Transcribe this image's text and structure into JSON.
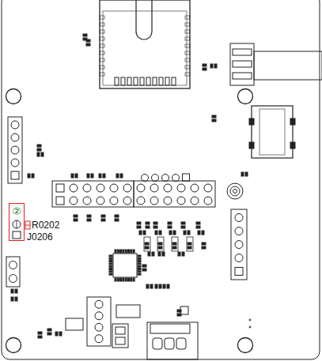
{
  "diagram": {
    "nodes": [
      {
        "text": [
          "②"
        ]
      }
    ],
    "labels": [
      "R0202",
      "J0206"
    ]
  }
}
